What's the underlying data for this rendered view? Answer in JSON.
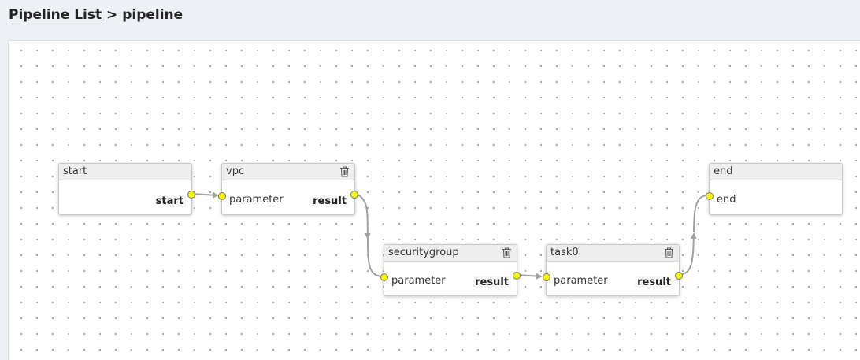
{
  "breadcrumb": {
    "parent_label": "Pipeline List",
    "separator": ">",
    "current_label": "pipeline"
  },
  "colors": {
    "port_fill": "#f5f500",
    "edge_stroke": "#a0a0a0",
    "node_header": "#eeeeee"
  },
  "icons": {
    "delete": "trash-icon"
  },
  "nodes": {
    "start": {
      "title": "start",
      "output": "start"
    },
    "vpc": {
      "title": "vpc",
      "input": "parameter",
      "output": "result"
    },
    "securitygroup": {
      "title": "securitygroup",
      "input": "parameter",
      "output": "result"
    },
    "task0": {
      "title": "task0",
      "input": "parameter",
      "output": "result"
    },
    "end": {
      "title": "end",
      "input": "end"
    }
  },
  "connections": [
    [
      "start",
      "vpc"
    ],
    [
      "vpc",
      "securitygroup"
    ],
    [
      "securitygroup",
      "task0"
    ],
    [
      "task0",
      "end"
    ]
  ]
}
